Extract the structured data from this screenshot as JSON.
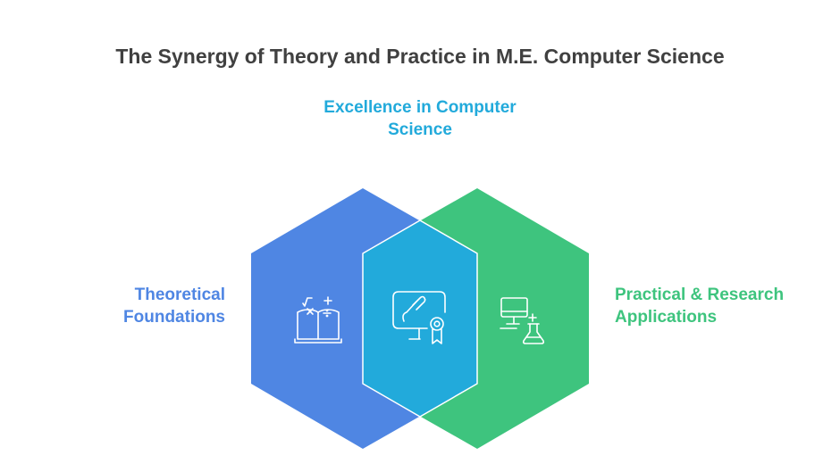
{
  "title": "The Synergy of Theory and Practice in M.E. Computer Science",
  "colors": {
    "title": "#404040",
    "left_fill": "#4f86e3",
    "right_fill": "#3ec47e",
    "center_fill": "#22aadb",
    "left_text": "#4f86e3",
    "right_text": "#3ec47e",
    "center_text": "#22aadb",
    "icon_stroke": "#ffffff"
  },
  "nodes": {
    "center": {
      "label_line1": "Excellence in Computer",
      "label_line2": "Science",
      "icon": "monitor-brush-award-icon"
    },
    "left": {
      "label_line1": "Theoretical",
      "label_line2": "Foundations",
      "icon": "book-math-symbols-icon"
    },
    "right": {
      "label_line1": "Practical & Research",
      "label_line2": "Applications",
      "icon": "computer-flask-icon"
    }
  }
}
